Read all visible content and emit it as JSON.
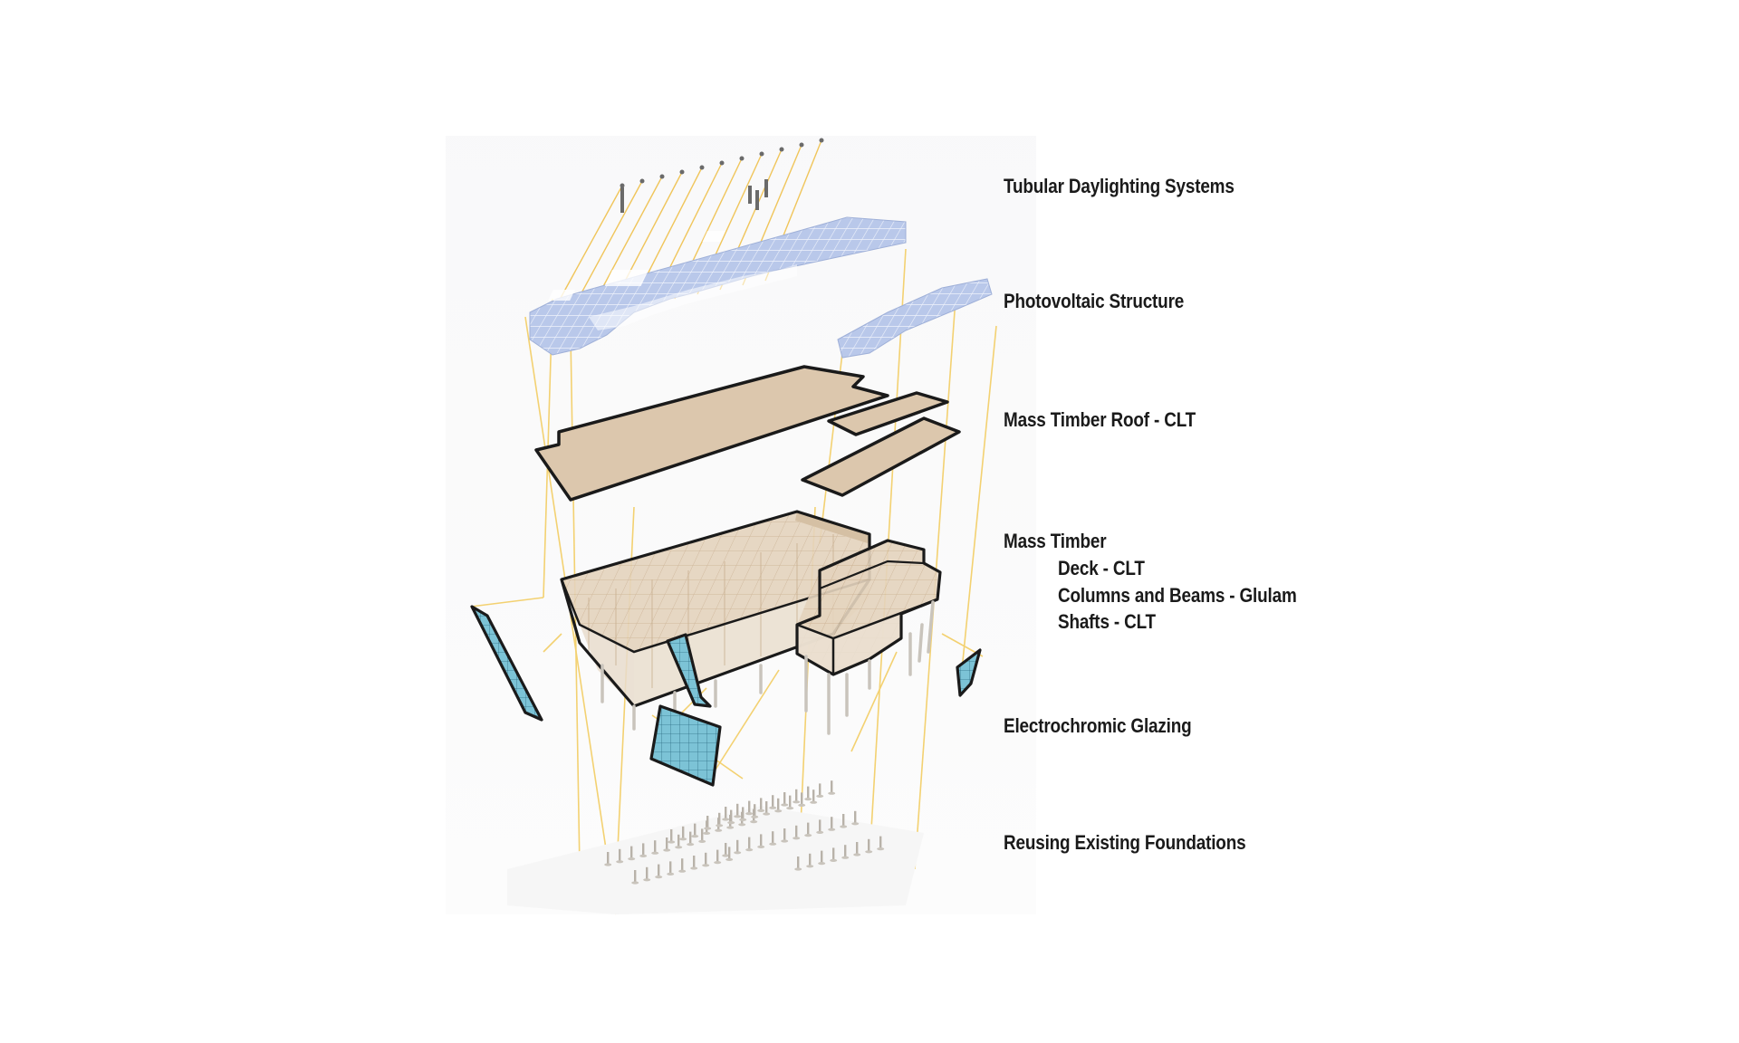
{
  "labels": {
    "daylighting": "Tubular Daylighting Systems",
    "photovoltaic": "Photovoltaic Structure",
    "roof": "Mass Timber Roof - CLT",
    "mass_timber": "Mass Timber",
    "mass_timber_items": [
      "Deck - CLT",
      "Columns and Beams - Glulam",
      "Shafts - CLT"
    ],
    "glazing": "Electrochromic Glazing",
    "foundations": "Reusing Existing Foundations"
  },
  "colors": {
    "guide_line": "#f3cf6a",
    "pv_panel": "#b9c8ea",
    "timber": "#dcc7ad",
    "glass": "#7cc3d6",
    "outline": "#1a1a1a",
    "foundation": "#c9c4bc"
  }
}
